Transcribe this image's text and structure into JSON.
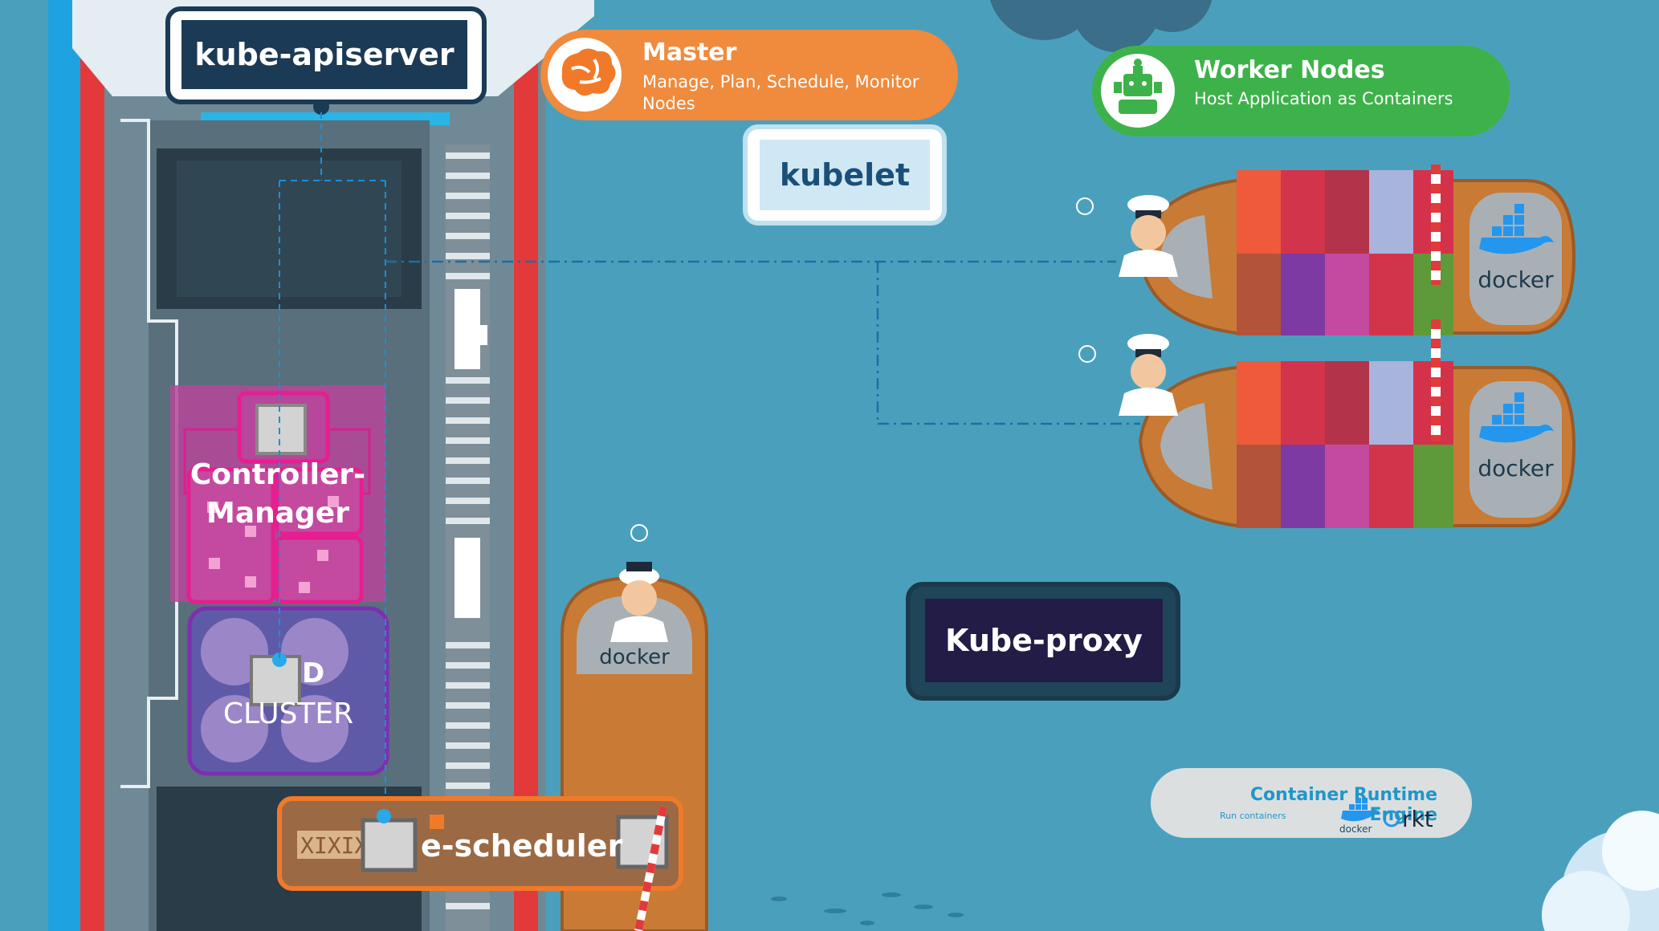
{
  "master": {
    "title": "Master",
    "subtitle": "Manage, Plan, Schedule, Monitor Nodes"
  },
  "worker": {
    "title": "Worker Nodes",
    "subtitle": "Host Application as Containers"
  },
  "components": {
    "apiserver": "kube-apiserver",
    "kubelet": "kubelet",
    "kube_proxy": "Kube-proxy",
    "controller_manager_line1": "Controller-",
    "controller_manager_line2": "Manager",
    "etcd_line1": "D",
    "etcd_line2": "CLUSTER",
    "scheduler": "e-scheduler"
  },
  "runtime": {
    "title": "Container Runtime Engine",
    "subtitle": "Run containers",
    "logo_docker": "docker",
    "logo_rkt": "rkt"
  },
  "ship_labels": {
    "worker_ship_1": "docker",
    "worker_ship_2": "docker",
    "small_ship": "docker"
  },
  "colors": {
    "sea": "#4aa0bc",
    "master_orange": "#f08a3c",
    "worker_green": "#3db24a",
    "navy": "#1b3a55",
    "kubeproxy_bg": "#231c46",
    "kubelet_bg": "#cfe8f4",
    "controller_magenta": "#d6218f",
    "etcd_purple": "#6a3aa0",
    "scheduler_orange": "#f07a2a"
  },
  "icons": {
    "master_icon": "brain-icon",
    "worker_icon": "robot-icon",
    "docker_logo": "docker-whale-icon"
  }
}
